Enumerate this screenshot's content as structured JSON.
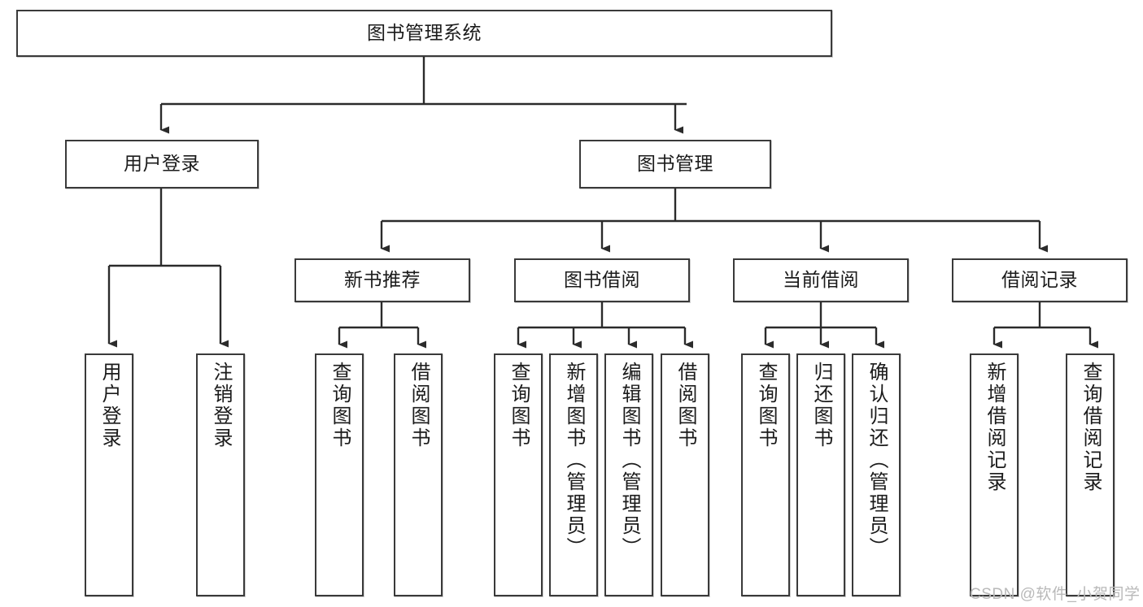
{
  "diagram": {
    "title": "图书管理系统",
    "type": "tree-hierarchy-diagram",
    "colors": {
      "box_border": "#3a3a3a",
      "box_fill": "#ffffff",
      "edge": "#2b2b2b",
      "text": "#1b1b1b",
      "watermark": "#b9b9b9",
      "background": "#ffffff"
    },
    "root": {
      "label": "图书管理系统"
    },
    "level2": [
      {
        "label": "用户登录"
      },
      {
        "label": "图书管理"
      }
    ],
    "level3": [
      {
        "label": "新书推荐"
      },
      {
        "label": "图书借阅"
      },
      {
        "label": "当前借阅"
      },
      {
        "label": "借阅记录"
      }
    ],
    "leaves": {
      "user_login": [
        {
          "label": "用户登录"
        },
        {
          "label": "注销登录"
        }
      ],
      "new_book_recommend": [
        {
          "label": "查询图书"
        },
        {
          "label": "借阅图书"
        }
      ],
      "book_borrow": [
        {
          "label": "查询图书"
        },
        {
          "label": "新增图书（管理员）"
        },
        {
          "label": "编辑图书（管理员）"
        },
        {
          "label": "借阅图书"
        }
      ],
      "current_borrow": [
        {
          "label": "查询图书"
        },
        {
          "label": "归还图书"
        },
        {
          "label": "确认归还（管理员）"
        }
      ],
      "borrow_records": [
        {
          "label": "新增借阅记录"
        },
        {
          "label": "查询借阅记录"
        }
      ]
    }
  },
  "watermark": {
    "text": "CSDN @软件_小贺同学"
  }
}
